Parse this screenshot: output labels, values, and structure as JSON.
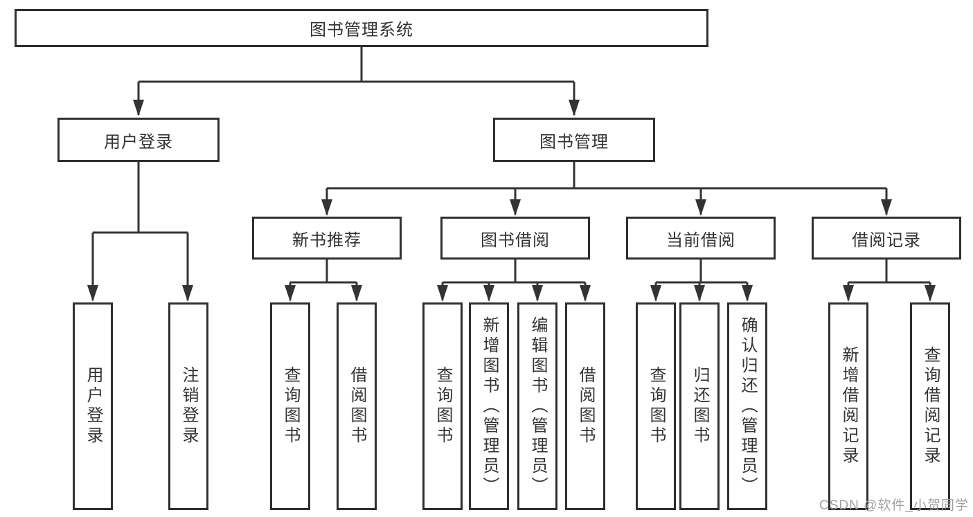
{
  "tree": {
    "label": "图书管理系统",
    "children": [
      {
        "label": "用户登录",
        "children": [
          {
            "label": "用户登录"
          },
          {
            "label": "注销登录"
          }
        ]
      },
      {
        "label": "图书管理",
        "children": [
          {
            "label": "新书推荐",
            "children": [
              {
                "label": "查询图书"
              },
              {
                "label": "借阅图书"
              }
            ]
          },
          {
            "label": "图书借阅",
            "children": [
              {
                "label": "查询图书"
              },
              {
                "label": "新增图书（管理员）"
              },
              {
                "label": "编辑图书（管理员）"
              },
              {
                "label": "借阅图书"
              }
            ]
          },
          {
            "label": "当前借阅",
            "children": [
              {
                "label": "查询图书"
              },
              {
                "label": "归还图书"
              },
              {
                "label": "确认归还（管理员）"
              }
            ]
          },
          {
            "label": "借阅记录",
            "children": [
              {
                "label": "新增借阅记录"
              },
              {
                "label": "查询借阅记录"
              }
            ]
          }
        ]
      }
    ]
  },
  "watermark": "CSDN @软件_小贺同学",
  "colors": {
    "line": "#333333",
    "box_border": "#2f2f2f",
    "text": "#333333",
    "watermark": "#a0a0a6",
    "background": "#ffffff"
  }
}
